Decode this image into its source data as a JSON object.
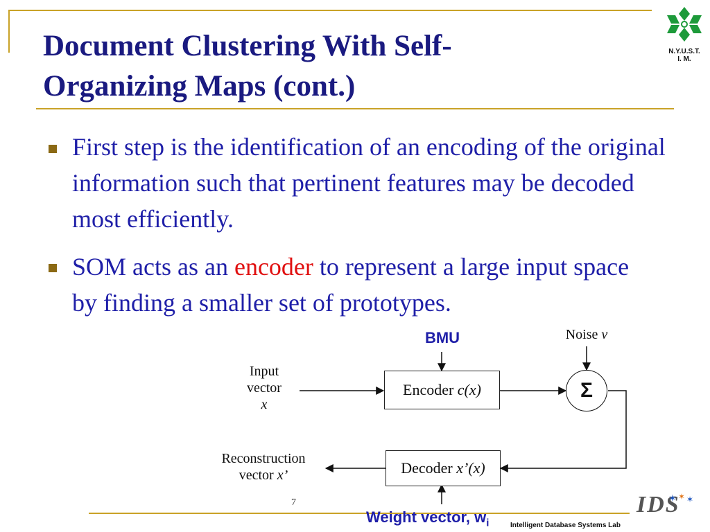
{
  "slide": {
    "title": "Document Clustering With Self-Organizing Maps (cont.)",
    "logo_text_line1": "N.Y.U.S.T.",
    "logo_text_line2": "I. M.",
    "bullets": [
      {
        "text": "First step is the identification of an encoding of the original information such that pertinent features may be decoded most efficiently."
      },
      {
        "pre": "SOM acts as an ",
        "highlight": "encoder",
        "post": " to represent a large input space by finding a smaller set of prototypes."
      }
    ],
    "page_number": "7",
    "lab_name": "Intelligent Database Systems Lab",
    "lab_logo_text": "IDS"
  },
  "diagram": {
    "input_label": [
      "Input",
      "vector",
      "x"
    ],
    "encoder_label": "Encoder ",
    "encoder_fn": "c(x)",
    "bmu_label": "BMU",
    "noise_label": "Noise ",
    "noise_var": "v",
    "sum_symbol": "Σ",
    "decoder_label": "Decoder ",
    "decoder_fn": "x’(x)",
    "reconstruction_label": [
      "Reconstruction",
      "vector "
    ],
    "reconstruction_var": "x’",
    "weight_label": "Weight vector, w",
    "weight_sub": "i"
  },
  "colors": {
    "title": "#1a1a80",
    "body": "#1f1fa8",
    "highlight": "#e01010",
    "accent": "#c9a227",
    "bullet": "#8b6914"
  }
}
